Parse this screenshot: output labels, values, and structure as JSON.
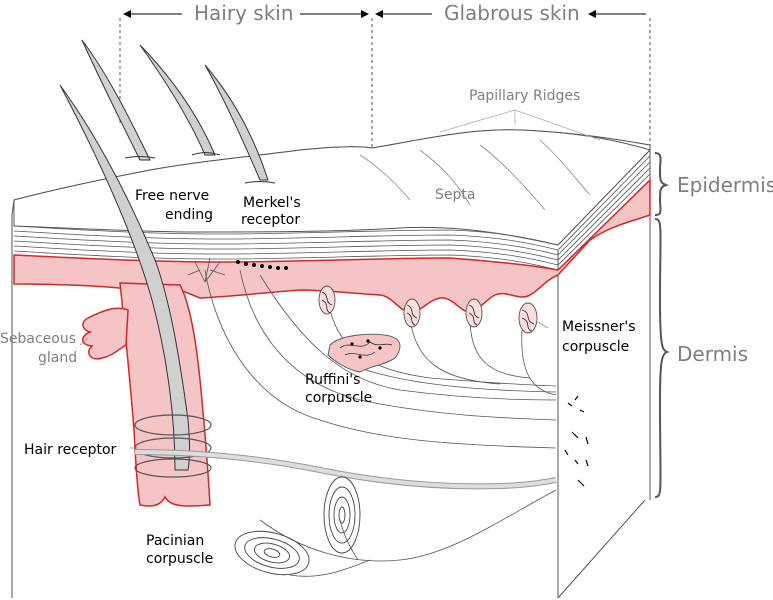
{
  "labels": {
    "hairy_skin": "Hairy skin",
    "glabrous_skin": "Glabrous skin",
    "papillary_ridges": "Papillary Ridges",
    "septa": "Septa",
    "epidermis": "Epidermis",
    "dermis": "Dermis",
    "free_nerve_ending_1": "Free nerve",
    "free_nerve_ending_2": "ending",
    "merkels_receptor_1": "Merkel's",
    "merkels_receptor_2": "receptor",
    "sebaceous_gland_1": "Sebaceous",
    "sebaceous_gland_2": "gland",
    "meissners_corpuscle_1": "Meissner's",
    "meissners_corpuscle_2": "corpuscle",
    "ruffinis_corpuscle_1": "Ruffini's",
    "ruffinis_corpuscle_2": "corpuscle",
    "hair_receptor": "Hair receptor",
    "pacinian_corpuscle_1": "Pacinian",
    "pacinian_corpuscle_2": "corpuscle"
  },
  "colors": {
    "dermis_pink": "#f4c4c6",
    "outline_red": "#d02a2a",
    "hair_grey": "#d0d0d0",
    "label_grey": "#7f7f7f"
  }
}
